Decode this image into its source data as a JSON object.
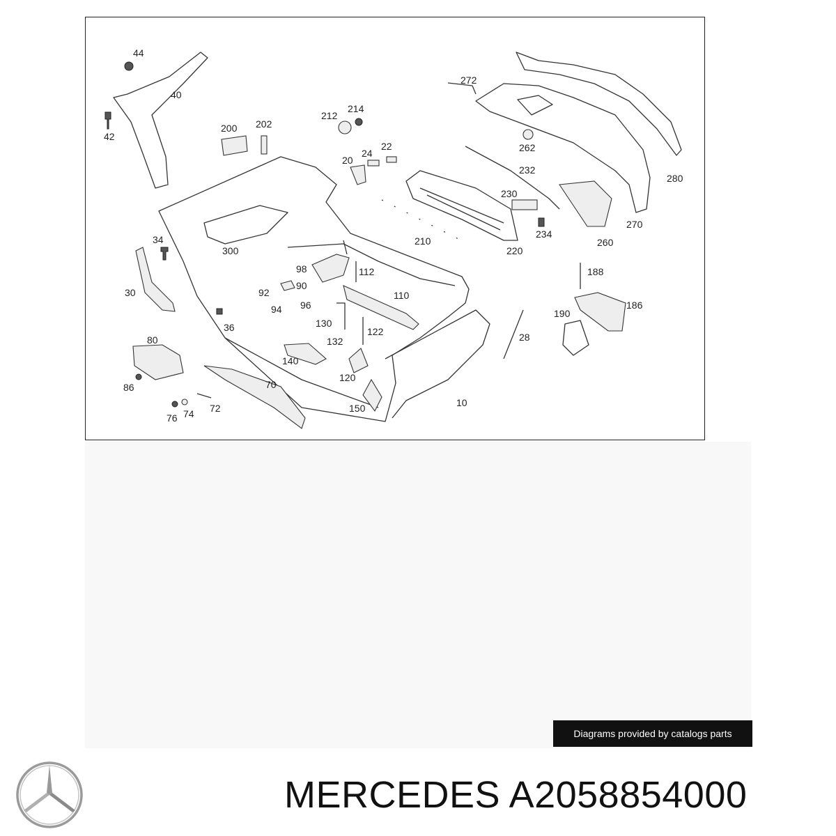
{
  "callouts": [
    "44",
    "40",
    "42",
    "200",
    "202",
    "212",
    "214",
    "24",
    "22",
    "20",
    "272",
    "262",
    "232",
    "280",
    "230",
    "234",
    "270",
    "260",
    "210",
    "220",
    "34",
    "300",
    "30",
    "98",
    "112",
    "92",
    "90",
    "110",
    "94",
    "96",
    "36",
    "130",
    "122",
    "132",
    "188",
    "186",
    "190",
    "28",
    "80",
    "140",
    "120",
    "86",
    "70",
    "150",
    "10",
    "76",
    "74",
    "72"
  ],
  "credit": "Diagrams provided by catalogs parts",
  "footer": {
    "title": "MERCEDES A2058854000"
  },
  "colors": {
    "line": "#333333",
    "banner_bg": "#111111",
    "banner_text": "#ffffff",
    "logo": "#9a9a9a"
  },
  "icons": {
    "logo": "mercedes-star-logo"
  }
}
